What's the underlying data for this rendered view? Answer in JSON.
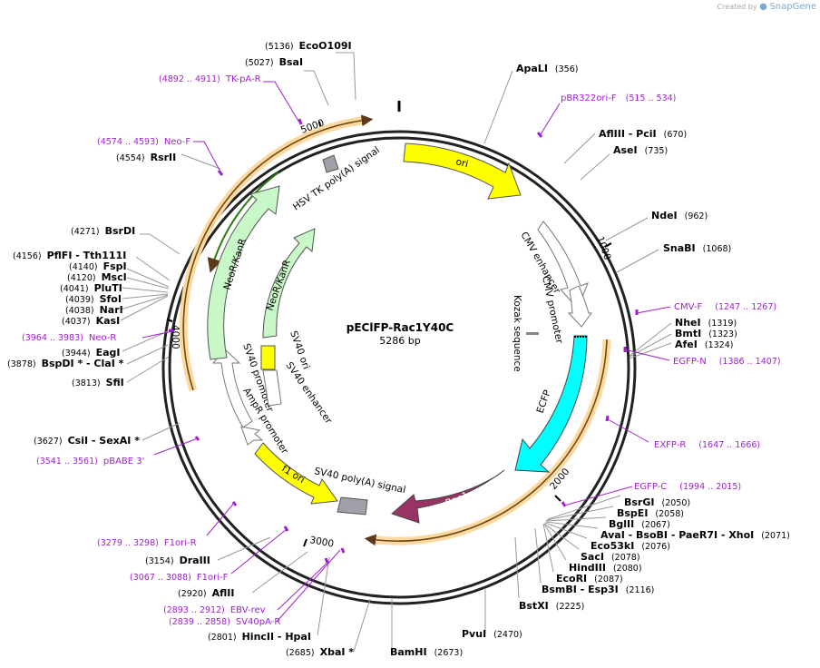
{
  "credit": {
    "prefix": "Created by",
    "brand": "SnapGene"
  },
  "plasmid": {
    "name": "pEClFP-Rac1Y40C",
    "length_label": "5286 bp"
  },
  "ticks": [
    "1000",
    "2000",
    "3000",
    "4000",
    "5000"
  ],
  "features": [
    {
      "label": "ori",
      "color": "#ffff00"
    },
    {
      "label": "CMV enhancer",
      "color": "#ffffff"
    },
    {
      "label": "CMV promoter",
      "color": "#ffffff"
    },
    {
      "label": "Kozak sequence",
      "color": "#a0a0a0"
    },
    {
      "label": "ECFP",
      "color": "#00ffff"
    },
    {
      "label": "Rac1",
      "color": "#993366"
    },
    {
      "label": "SV40 poly(A) signal",
      "color": "#a0a0a8"
    },
    {
      "label": "f1 ori",
      "color": "#ffff00"
    },
    {
      "label": "AmpR promoter",
      "color": "#ffffff"
    },
    {
      "label": "SV40 promoter",
      "color": "#ffffff"
    },
    {
      "label": "SV40 ori",
      "color": "#ffff00"
    },
    {
      "label": "SV40 enhancer",
      "color": "#ffffff"
    },
    {
      "label": "NeoR/KanR",
      "color": "#c8f8c8"
    },
    {
      "label": "NeoR/KanR",
      "color": "#c8f8c8"
    },
    {
      "label": "HSV TK poly(A) signal",
      "color": "#a0a0a8"
    }
  ],
  "sites": [
    {
      "name": "EcoO109I",
      "pos": "(5136)"
    },
    {
      "name": "BsaI",
      "pos": "(5027)"
    },
    {
      "name": "RsrII",
      "pos": "(4554)"
    },
    {
      "name": "BsrDI",
      "pos": "(4271)"
    },
    {
      "name": "PflFI  - Tth111I",
      "pos": "(4156)"
    },
    {
      "name": "FspI",
      "pos": "(4140)"
    },
    {
      "name": "MscI",
      "pos": "(4120)"
    },
    {
      "name": "PluTI",
      "pos": "(4041)"
    },
    {
      "name": "SfoI",
      "pos": "(4039)"
    },
    {
      "name": "NarI",
      "pos": "(4038)"
    },
    {
      "name": "KasI",
      "pos": "(4037)"
    },
    {
      "name": "EagI",
      "pos": "(3944)"
    },
    {
      "name": "BspDI *  - ClaI *",
      "pos": "(3878)"
    },
    {
      "name": "SfiI",
      "pos": "(3813)"
    },
    {
      "name": "CsiI  - SexAI *",
      "pos": "(3627)"
    },
    {
      "name": "DraIII",
      "pos": "(3154)"
    },
    {
      "name": "AflII",
      "pos": "(2920)"
    },
    {
      "name": "HincII  - HpaI",
      "pos": "(2801)"
    },
    {
      "name": "XbaI *",
      "pos": "(2685)"
    },
    {
      "name": "BamHI",
      "pos": "(2673)"
    },
    {
      "name": "PvuI",
      "pos": "(2470)"
    },
    {
      "name": "BstXI",
      "pos": "(2225)"
    },
    {
      "name": "BsmBI  - Esp3I",
      "pos": "(2116)"
    },
    {
      "name": "EcoRI",
      "pos": "(2087)"
    },
    {
      "name": "HindIII",
      "pos": "(2080)"
    },
    {
      "name": "SacI",
      "pos": "(2078)"
    },
    {
      "name": "Eco53kI",
      "pos": "(2076)"
    },
    {
      "name": "AvaI  - BsoBI  - PaeR7I  - XhoI",
      "pos": "(2071)"
    },
    {
      "name": "BglII",
      "pos": "(2067)"
    },
    {
      "name": "BspEI",
      "pos": "(2058)"
    },
    {
      "name": "BsrGI",
      "pos": "(2050)"
    },
    {
      "name": "AfeI",
      "pos": "(1324)"
    },
    {
      "name": "BmtI",
      "pos": "(1323)"
    },
    {
      "name": "NheI",
      "pos": "(1319)"
    },
    {
      "name": "SnaBI",
      "pos": "(1068)"
    },
    {
      "name": "NdeI",
      "pos": "(962)"
    },
    {
      "name": "AseI",
      "pos": "(735)"
    },
    {
      "name": "AflIII  - PciI",
      "pos": "(670)"
    },
    {
      "name": "ApaLI",
      "pos": "(356)"
    }
  ],
  "primers": [
    {
      "name": "TK-pA-R",
      "range": "(4892 .. 4911)"
    },
    {
      "name": "Neo-F",
      "range": "(4574 .. 4593)"
    },
    {
      "name": "Neo-R",
      "range": "(3964 .. 3983)"
    },
    {
      "name": "pBABE 3'",
      "range": "(3541 .. 3561)"
    },
    {
      "name": "F1ori-R",
      "range": "(3279 .. 3298)"
    },
    {
      "name": "F1ori-F",
      "range": "(3067 .. 3088)"
    },
    {
      "name": "EBV-rev",
      "range": "(2893 .. 2912)"
    },
    {
      "name": "SV40pA-R",
      "range": "(2839 .. 2858)"
    },
    {
      "name": "pBR322ori-F",
      "range": "(515 .. 534)"
    },
    {
      "name": "CMV-F",
      "range": "(1247 .. 1267)"
    },
    {
      "name": "EGFP-N",
      "range": "(1386 .. 1407)"
    },
    {
      "name": "EXFP-R",
      "range": "(1647 .. 1666)"
    },
    {
      "name": "EGFP-C",
      "range": "(1994 .. 2015)"
    }
  ]
}
